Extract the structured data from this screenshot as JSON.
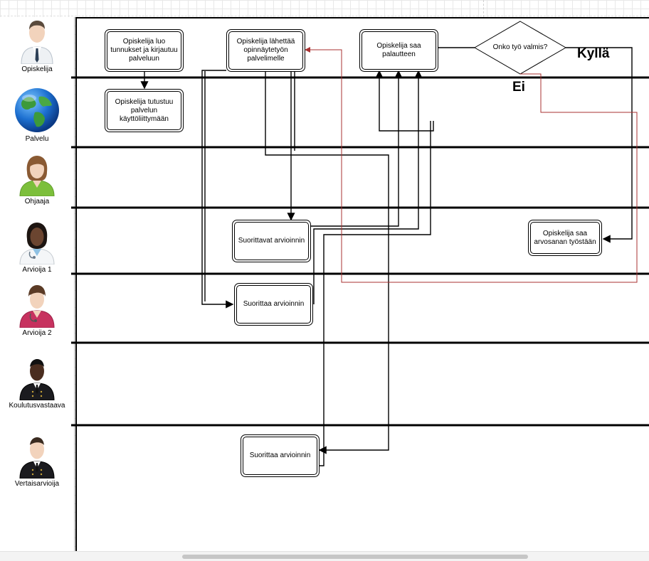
{
  "lanes": [
    {
      "label": "Opiskelija",
      "icon": "student-man-icon"
    },
    {
      "label": "Palvelu",
      "icon": "globe-icon"
    },
    {
      "label": "Ohjaaja",
      "icon": "woman-green-icon"
    },
    {
      "label": "Arvioija 1",
      "icon": "doctor-woman-icon"
    },
    {
      "label": "Arvioija 2",
      "icon": "doctor-woman-pink-icon"
    },
    {
      "label": "Koulutusvastaava",
      "icon": "officer-man-icon"
    },
    {
      "label": "Vertaisarvioija",
      "icon": "officer-man-icon"
    }
  ],
  "nodes": {
    "create_account": "Opiskelija luo tunnukset ja kirjautuu palveluun",
    "send_thesis": "Opiskelija lähettää opinnäytetyön palvelimelle",
    "get_feedback": "Opiskelija saa palautteen",
    "decision": "Onko työ valmis?",
    "explore_ui": "Opiskelija tutustuu palvelun käyttöliittymään",
    "grade": "Opiskelija saa arvosanan työstään",
    "assess_1": "Suorittavat arvioinnin",
    "assess_2": "Suorittaa arvioinnin",
    "assess_3": "Suorittaa arvioinnin"
  },
  "labels": {
    "yes": "Kyllä",
    "no": "Ei"
  },
  "colors": {
    "line": "#000000",
    "red_connector": "#a83232"
  }
}
